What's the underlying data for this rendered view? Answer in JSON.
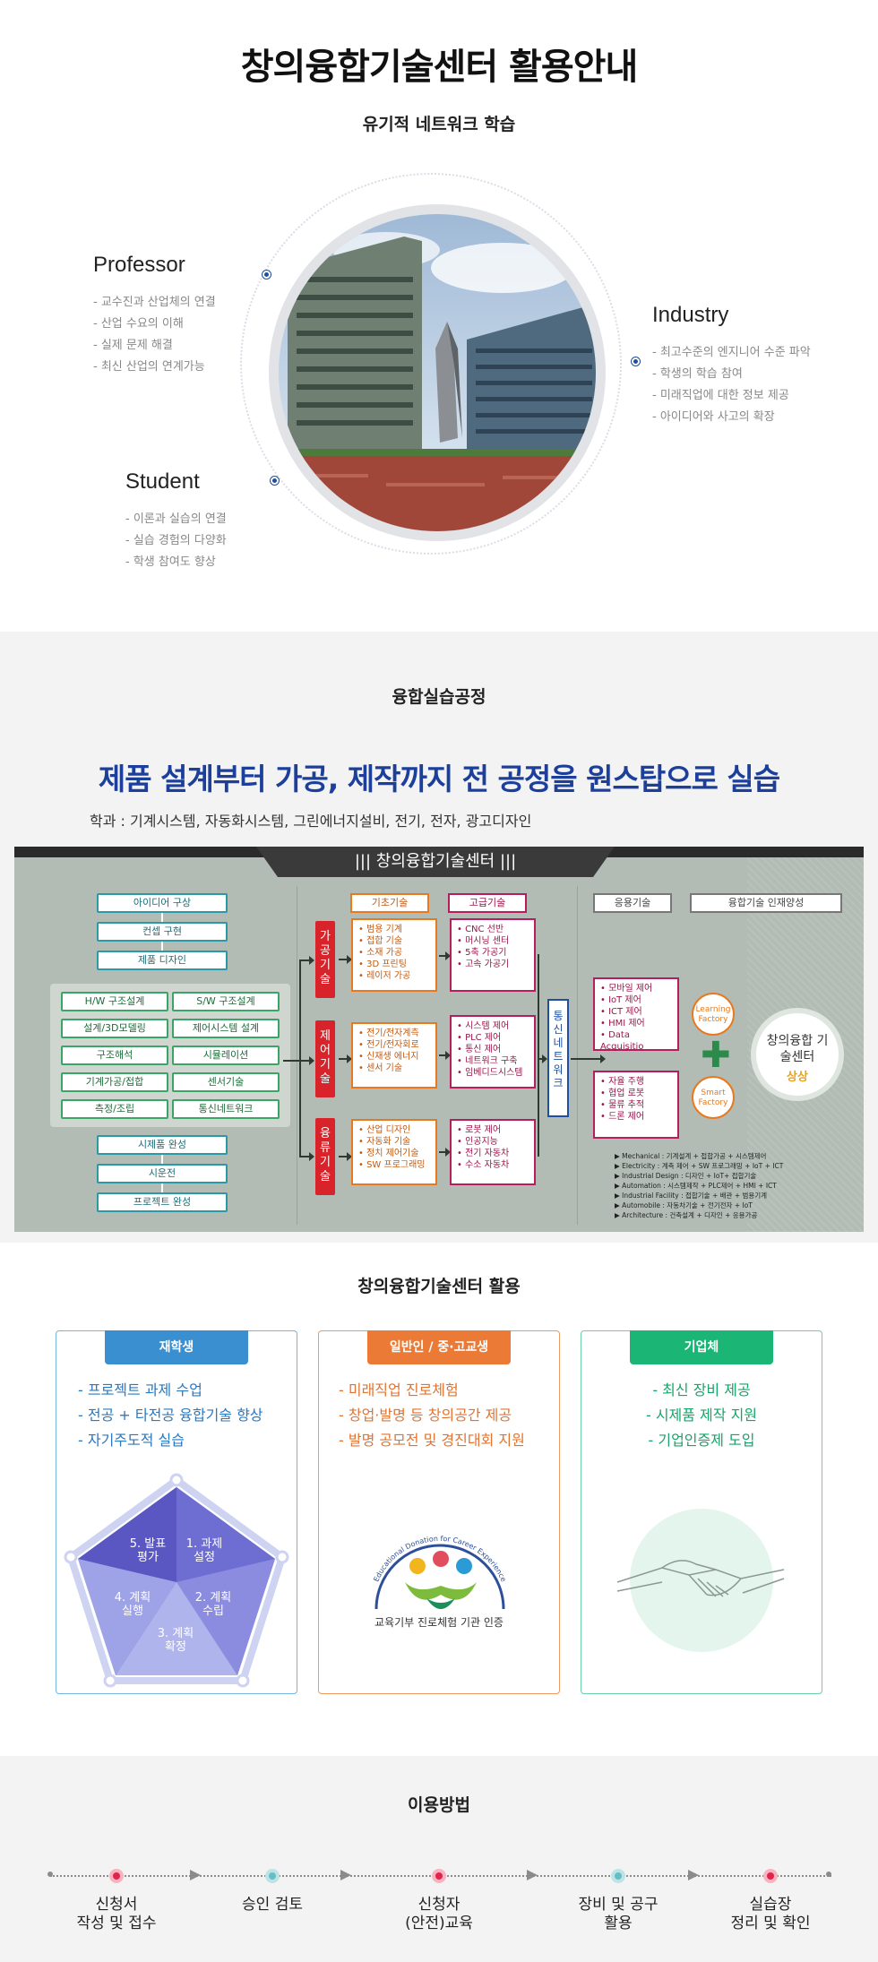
{
  "intro": {
    "title": "창의융합기술센터 활용안내",
    "subtitle": "유기적 네트워크 학습",
    "roles": [
      {
        "name": "Professor",
        "items": [
          "- 교수진과 산업체의 연결",
          "- 산업 수요의 이해",
          "- 실제 문제 해결",
          "- 최신 산업의 연계가능"
        ]
      },
      {
        "name": "Industry",
        "items": [
          "- 최고수준의 엔지니어 수준 파악",
          "- 학생의 학습 참여",
          "- 미래직업에 대한 정보 제공",
          "- 아이디어와 사고의 확장"
        ]
      },
      {
        "name": "Student",
        "items": [
          "- 이론과 실습의 연결",
          "- 실습 경험의 다양화",
          "- 학생 참여도 향상"
        ]
      }
    ]
  },
  "process": {
    "label": "융합실습공정",
    "headline": "제품 설계부터 가공, 제작까지 전 공정을 원스탑으로 실습",
    "departments": "학과 : 기계시스템, 자동화시스템, 그린에너지설비, 전기, 전자, 광고디자인",
    "diagram": {
      "banner": "||| 창의융합기술센터 |||",
      "flow_top": [
        "아이디어 구상",
        "컨셉 구현",
        "제품 디자인"
      ],
      "flow_pairs": [
        [
          "H/W 구조설계",
          "S/W 구조설계"
        ],
        [
          "설계/3D모델링",
          "제어시스템 설계"
        ],
        [
          "구조해석",
          "시뮬레이션"
        ],
        [
          "기계가공/접합",
          "센서기술"
        ],
        [
          "측정/조립",
          "통신네트워크"
        ]
      ],
      "flow_bottom": [
        "시제품 완성",
        "시운전",
        "프로젝트 완성"
      ],
      "col_basic": "기초기술",
      "col_advanced": "고급기술",
      "col_applied": "응용기술",
      "col_talent": "융합기술 인재양성",
      "tracks": [
        {
          "tag": "가공기술",
          "basic": [
            "• 범용 기계",
            "• 접합 기술",
            "• 소재 가공",
            "• 3D 프린팅",
            "• 레이저 가공"
          ],
          "advanced": [
            "• CNC 선반",
            "• 머시닝 센터",
            "• 5축 가공기",
            "• 고속 가공기"
          ]
        },
        {
          "tag": "제어기술",
          "basic": [
            "• 전기/전자계측",
            "• 전기/전자회로",
            "• 신재생 에너지",
            "• 센서 기술"
          ],
          "advanced": [
            "• 시스템 제어",
            "• PLC 제어",
            "• 통신 제어",
            "• 네트워크 구축",
            "• 임베디드시스템"
          ]
        },
        {
          "tag": "융류기술",
          "basic": [
            "• 산업 디자인",
            "• 자동화 기술",
            "• 정치 제어기술",
            "• SW 프로그래밍"
          ],
          "advanced": [
            "• 로봇 제어",
            "• 인공지능",
            "• 전기 자동차",
            "• 수소 자동차"
          ]
        }
      ],
      "network": "통신네트워크",
      "applied_1": [
        "• 모바일 제어",
        "• IoT 제어",
        "• ICT 제어",
        "• HMI 제어",
        "• Data Acquisitio"
      ],
      "applied_2": [
        "• 자율 주행",
        "• 협업 로봇",
        "• 물류 추적",
        "• 드론 제어"
      ],
      "learning_factory": "Learning Factory",
      "smart_factory": "Smart Factory",
      "center_name": "창의융합 기술센터",
      "center_logo": "상상",
      "legend": [
        "▶ Mechanical : 기계설계 + 접합가공 + 시스템제어",
        "▶ Electricity : 계측 제어 + SW 프로그래밍 + IoT + ICT",
        "▶ Industrial Design : 디자인 + IoT+ 접합기술",
        "▶ Automation : 시스템제작 + PLC제어 + HMI + ICT",
        "▶ Industrial Facility : 접합기술 + 배관 + 범용기계",
        "▶ Automobile : 자동차기술 + 전기전자 + IoT",
        "▶ Architecture : 건축설계 + 디자인 + 응용가공"
      ]
    }
  },
  "usage": {
    "title": "창의융합기술센터 활용",
    "cards": [
      {
        "tag": "재학생",
        "items": [
          "- 프로젝트 과제 수업",
          "- 전공 + 타전공 융합기술 향상",
          "- 자기주도적 실습"
        ],
        "cycle": [
          "5. 발표 평가",
          "1. 과제 설정",
          "2. 계획 수립",
          "3. 계획 확정",
          "4. 계획 실행"
        ]
      },
      {
        "tag": "일반인 / 중·고교생",
        "items": [
          "- 미래직업 진로체험",
          "- 창업·발명 등 창의공간 제공",
          "- 발명 공모전 및 경진대회 지원"
        ],
        "arc_text": "Educational Donation for Career Experience",
        "cert": "교육기부 진로체험 기관 인증"
      },
      {
        "tag": "기업체",
        "items": [
          "- 최신 장비 제공",
          "- 시제품 제작 지원",
          "- 기업인증제 도입"
        ]
      }
    ]
  },
  "method": {
    "title": "이용방법",
    "steps": [
      "신청서\n작성 및 접수",
      "승인 검토",
      "신청자\n(안전)교육",
      "장비 및 공구\n활용",
      "실습장\n정리 및 확인"
    ]
  },
  "colors": {
    "accent_blue": "#1c3f9c",
    "red": "#d8232a",
    "orange": "#e8791e",
    "green": "#1bb575"
  }
}
